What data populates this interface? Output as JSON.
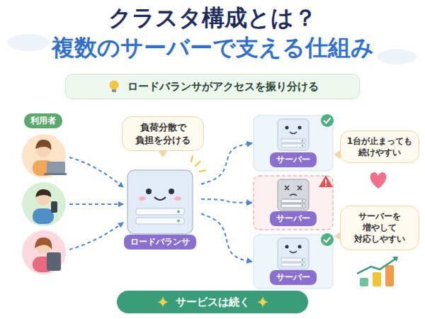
{
  "diagram": {
    "title": "クラスタ構成とは？ 複数のサーバーで支える仕組み",
    "nodes": [
      {
        "text": [
          "ロードバランサがアクセスを振り分ける"
        ]
      },
      {
        "text": [
          "利用者"
        ]
      },
      {
        "text": [
          "負荷分散で 負担を分ける"
        ]
      },
      {
        "text": [
          "ロードバランサ"
        ]
      },
      {
        "text": [
          "サーバー"
        ]
      },
      {
        "text": [
          "サーバー"
        ]
      },
      {
        "text": [
          "サーバー"
        ]
      },
      {
        "text": [
          "1台が止まっても 続けやすい"
        ]
      },
      {
        "text": [
          "サーバーを 増やして 対応しやすい"
        ]
      },
      {
        "text": [
          "サービスは続く"
        ]
      }
    ],
    "edges": [
      {
        "from": 3,
        "to": 4,
        "arrow": "to"
      },
      {
        "from": 3,
        "to": 5,
        "arrow": "to"
      },
      {
        "from": 3,
        "to": 6,
        "arrow": "to"
      }
    ]
  }
}
